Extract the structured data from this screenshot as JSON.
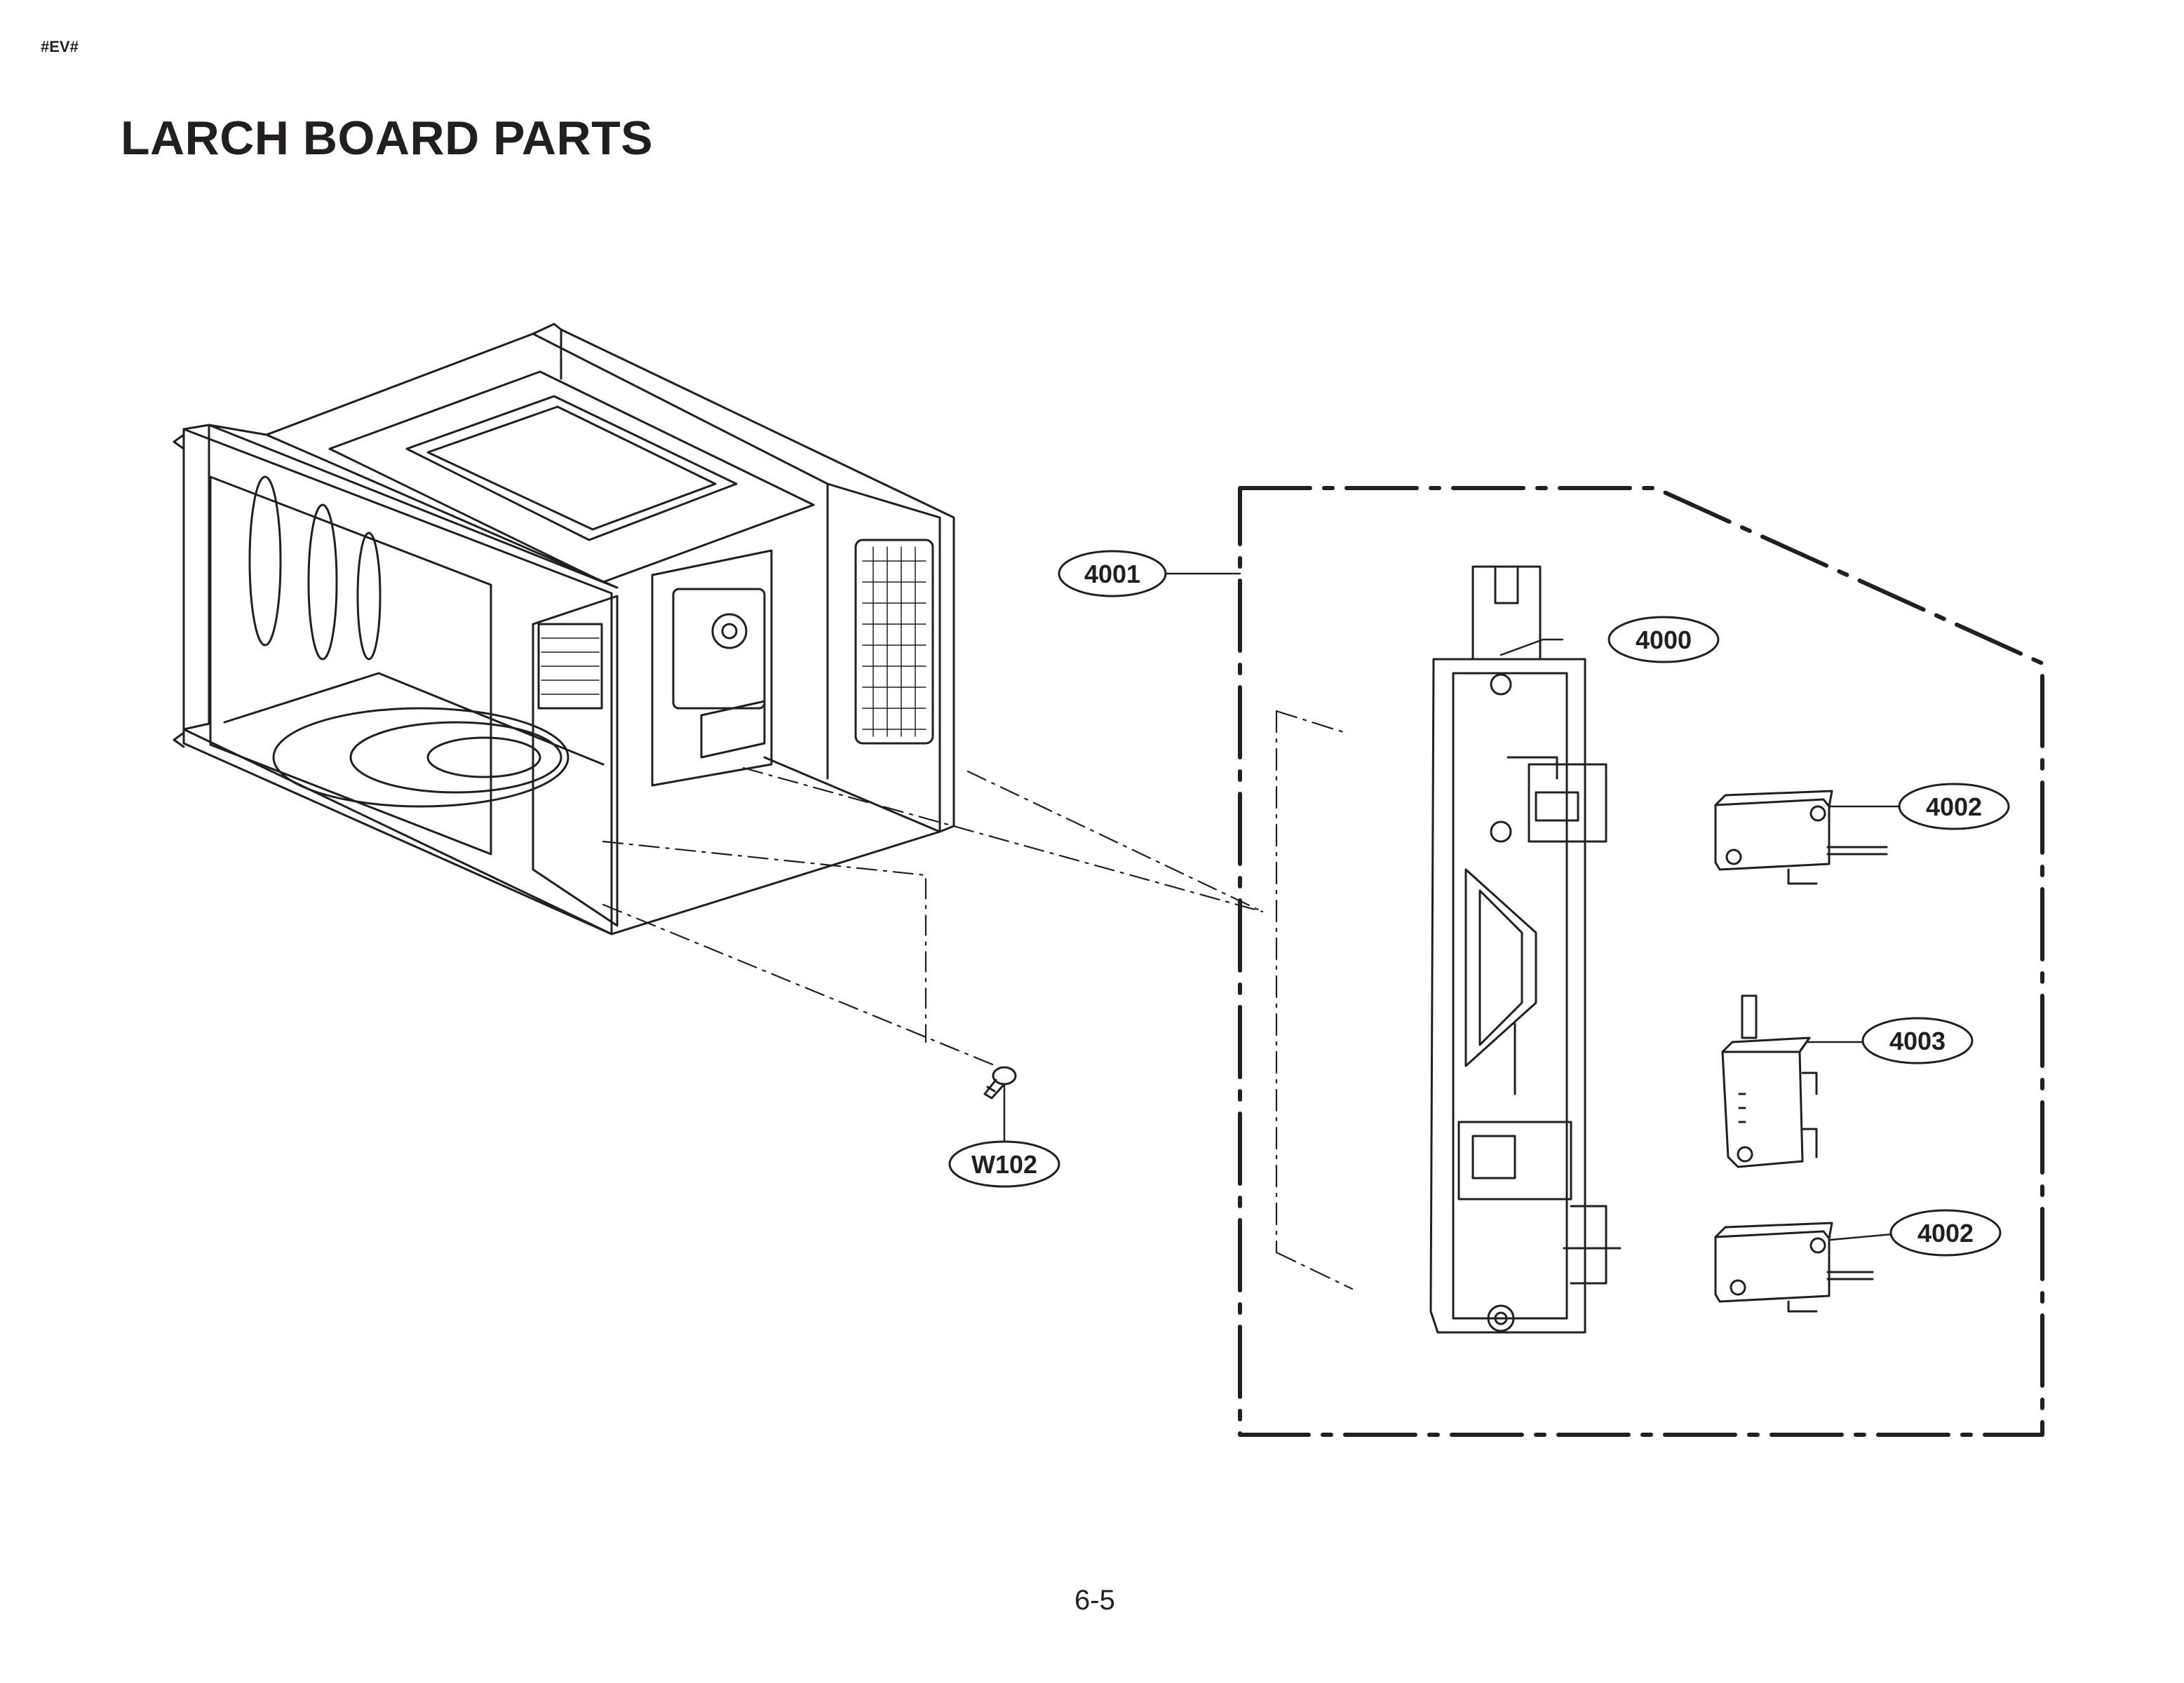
{
  "header": {
    "code": "#EV#",
    "title": "LARCH BOARD PARTS"
  },
  "footer": {
    "page_number": "6-5"
  },
  "callouts": [
    {
      "id": "callout-4001",
      "text": "4001"
    },
    {
      "id": "callout-4000",
      "text": "4000"
    },
    {
      "id": "callout-4002-top",
      "text": "4002"
    },
    {
      "id": "callout-4003",
      "text": "4003"
    },
    {
      "id": "callout-4002-bottom",
      "text": "4002"
    },
    {
      "id": "callout-w102",
      "text": "W102"
    }
  ],
  "colors": {
    "ink": "#231f20",
    "paper": "#ffffff"
  }
}
